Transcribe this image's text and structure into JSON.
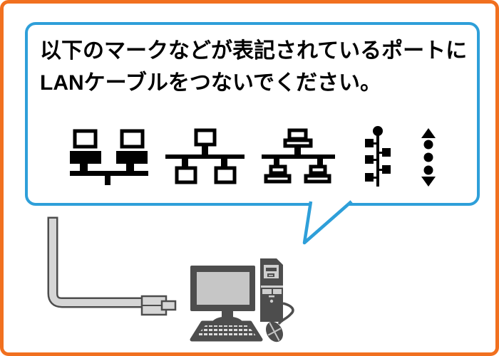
{
  "bubble": {
    "text_line1": "以下のマークなどが表記されているポートに",
    "text_line2": "LANケーブルをつないでください。"
  },
  "lan_port_marks": [
    "two-filled-terminals-on-bus-mark",
    "three-squares-network-tree-mark",
    "three-computers-network-tree-mark",
    "vertical-hub-chain-mark",
    "up-down-data-transfer-mark"
  ],
  "illustration": {
    "cable": "lan-cable-with-rj45-connector",
    "device": "desktop-computer-with-tower-keyboard-mouse"
  },
  "colors": {
    "frame_orange": "#F1701F",
    "bubble_blue": "#2E9FD9",
    "mark_black": "#000000",
    "device_dark_gray": "#4D4D4D",
    "screen_light_gray": "#C6C6C6",
    "cable_light_gray": "#D6D6D6",
    "background": "#FFFFFF"
  }
}
